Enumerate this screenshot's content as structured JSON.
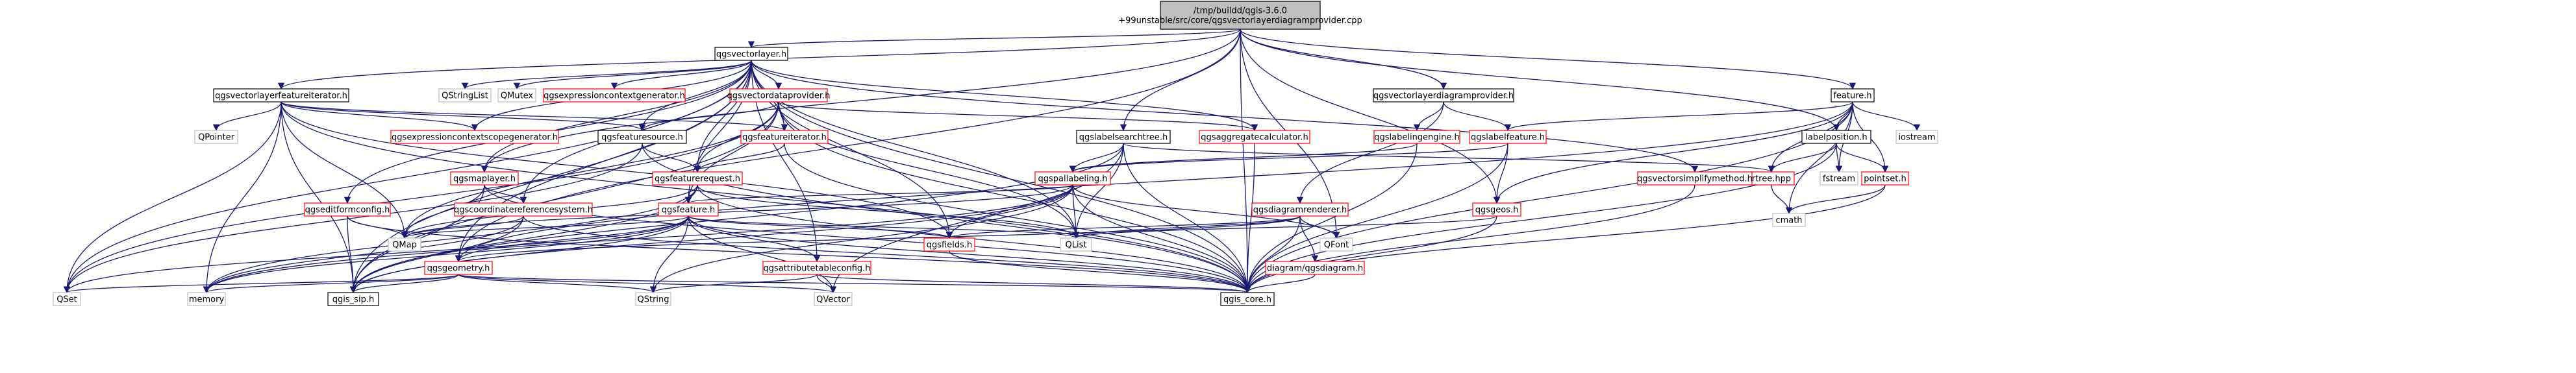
{
  "colors": {
    "background": "#ffffff",
    "edge": "#191970",
    "root_fill": "#bfbfbf",
    "node_fill": "#ffffff",
    "node_border_documented": "#000000",
    "node_border_undocumented": "#ff0000",
    "node_border_external": "#bfbfbf"
  },
  "nodes": [
    {
      "id": "root",
      "lines": [
        "/tmp/buildd/qgis-3.6.0",
        "+99unstable/src/core/qgsvectorlayerdiagramprovider.cpp"
      ],
      "kind": "root"
    },
    {
      "id": "qgsvectorlayer",
      "lines": [
        "qgsvectorlayer.h"
      ],
      "kind": "doc"
    },
    {
      "id": "qgsvectorlayerfeatureiterator",
      "lines": [
        "qgsvectorlayerfeatureiterator.h"
      ],
      "kind": "doc"
    },
    {
      "id": "qgsvectordataprovider",
      "lines": [
        "qgsvectordataprovider.h"
      ],
      "kind": "red"
    },
    {
      "id": "qgsvectorlayerdiagramprovider",
      "lines": [
        "qgsvectorlayerdiagramprovider.h"
      ],
      "kind": "doc"
    },
    {
      "id": "feature",
      "lines": [
        "feature.h"
      ],
      "kind": "doc"
    },
    {
      "id": "qstringlist",
      "lines": [
        "QStringList"
      ],
      "kind": "ext"
    },
    {
      "id": "qmutex",
      "lines": [
        "QMutex"
      ],
      "kind": "ext"
    },
    {
      "id": "qgsexpressioncontextgenerator",
      "lines": [
        "qgsexpressioncontextgenerator.h"
      ],
      "kind": "red"
    },
    {
      "id": "qpointer",
      "lines": [
        "QPointer"
      ],
      "kind": "ext"
    },
    {
      "id": "qgsexpressioncontextscopegenerator",
      "lines": [
        "qgsexpressioncontextscopegenerator.h"
      ],
      "kind": "red"
    },
    {
      "id": "qgsfeaturesource",
      "lines": [
        "qgsfeaturesource.h"
      ],
      "kind": "doc"
    },
    {
      "id": "qgsfeatureiterator",
      "lines": [
        "qgsfeatureiterator.h"
      ],
      "kind": "red"
    },
    {
      "id": "qgsaggregatecalculator",
      "lines": [
        "qgsaggregatecalculator.h"
      ],
      "kind": "red"
    },
    {
      "id": "qgslabelsearchtree",
      "lines": [
        "qgslabelsearchtree.h"
      ],
      "kind": "doc"
    },
    {
      "id": "qgslabelingengine",
      "lines": [
        "qgslabelingengine.h"
      ],
      "kind": "red"
    },
    {
      "id": "qgslabelfeature",
      "lines": [
        "qgslabelfeature.h"
      ],
      "kind": "red"
    },
    {
      "id": "labelposition",
      "lines": [
        "labelposition.h"
      ],
      "kind": "doc"
    },
    {
      "id": "iostream",
      "lines": [
        "iostream"
      ],
      "kind": "ext"
    },
    {
      "id": "qgsmaplayer",
      "lines": [
        "qgsmaplayer.h"
      ],
      "kind": "red"
    },
    {
      "id": "qgsfeaturerequest",
      "lines": [
        "qgsfeaturerequest.h"
      ],
      "kind": "red"
    },
    {
      "id": "qgspallabeling",
      "lines": [
        "qgspallabeling.h"
      ],
      "kind": "red"
    },
    {
      "id": "rtree",
      "lines": [
        "rtree.hpp"
      ],
      "kind": "red"
    },
    {
      "id": "qgsvectorsimplifymethod",
      "lines": [
        "qgsvectorsimplifymethod.h"
      ],
      "kind": "red"
    },
    {
      "id": "fstream",
      "lines": [
        "fstream"
      ],
      "kind": "ext"
    },
    {
      "id": "pointset",
      "lines": [
        "pointset.h"
      ],
      "kind": "red"
    },
    {
      "id": "qgseditformconfig",
      "lines": [
        "qgseditformconfig.h"
      ],
      "kind": "red"
    },
    {
      "id": "qgscoordinatereferencesystem",
      "lines": [
        "qgscoordinatereferencesystem.h"
      ],
      "kind": "red"
    },
    {
      "id": "qgsfeature",
      "lines": [
        "qgsfeature.h"
      ],
      "kind": "red"
    },
    {
      "id": "qgsdiagramrenderer",
      "lines": [
        "qgsdiagramrenderer.h"
      ],
      "kind": "red"
    },
    {
      "id": "qgsgeos",
      "lines": [
        "qgsgeos.h"
      ],
      "kind": "red"
    },
    {
      "id": "cmath",
      "lines": [
        "cmath"
      ],
      "kind": "ext"
    },
    {
      "id": "qmap",
      "lines": [
        "QMap"
      ],
      "kind": "ext"
    },
    {
      "id": "qlist",
      "lines": [
        "QList"
      ],
      "kind": "ext"
    },
    {
      "id": "qgsfields",
      "lines": [
        "qgsfields.h"
      ],
      "kind": "red"
    },
    {
      "id": "qfont",
      "lines": [
        "QFont"
      ],
      "kind": "ext"
    },
    {
      "id": "qgsgeometry",
      "lines": [
        "qgsgeometry.h"
      ],
      "kind": "red"
    },
    {
      "id": "qgsattributetableconfig",
      "lines": [
        "qgsattributetableconfig.h"
      ],
      "kind": "red"
    },
    {
      "id": "diagram_qgsdiagram",
      "lines": [
        "diagram/qgsdiagram.h"
      ],
      "kind": "red"
    },
    {
      "id": "qset",
      "lines": [
        "QSet"
      ],
      "kind": "ext"
    },
    {
      "id": "memory",
      "lines": [
        "memory"
      ],
      "kind": "ext"
    },
    {
      "id": "qgis_sip",
      "lines": [
        "qgis_sip.h"
      ],
      "kind": "doc"
    },
    {
      "id": "qstring",
      "lines": [
        "QString"
      ],
      "kind": "ext"
    },
    {
      "id": "qvector",
      "lines": [
        "QVector"
      ],
      "kind": "ext"
    },
    {
      "id": "qgis_core",
      "lines": [
        "qgis_core.h"
      ],
      "kind": "doc"
    }
  ],
  "edges": [
    [
      "root",
      "qgsvectorlayer"
    ],
    [
      "root",
      "qgsvectorlayerfeatureiterator"
    ],
    [
      "root",
      "qgsvectorlayerdiagramprovider"
    ],
    [
      "root",
      "qgsmaplayer"
    ],
    [
      "root",
      "qgslabelsearchtree"
    ],
    [
      "root",
      "feature"
    ],
    [
      "root",
      "labelposition"
    ],
    [
      "root",
      "qgsgeometry"
    ],
    [
      "root",
      "qgsgeos"
    ],
    [
      "root",
      "qgis_core"
    ],
    [
      "root",
      "qfont"
    ],
    [
      "qgsvectorlayer",
      "qstringlist"
    ],
    [
      "qgsvectorlayer",
      "qmutex"
    ],
    [
      "qgsvectorlayer",
      "qgsexpressioncontextgenerator"
    ],
    [
      "qgsvectorlayer",
      "qgsvectordataprovider"
    ],
    [
      "qgsvectorlayer",
      "qgsexpressioncontextscopegenerator"
    ],
    [
      "qgsvectorlayer",
      "qgsfeaturesource"
    ],
    [
      "qgsvectorlayer",
      "qgsfeatureiterator"
    ],
    [
      "qgsvectorlayer",
      "qgsaggregatecalculator"
    ],
    [
      "qgsvectorlayer",
      "qgsmaplayer"
    ],
    [
      "qgsvectorlayer",
      "qgsfeaturerequest"
    ],
    [
      "qgsvectorlayer",
      "qgseditformconfig"
    ],
    [
      "qgsvectorlayer",
      "qgscoordinatereferencesystem"
    ],
    [
      "qgsvectorlayer",
      "qgsfeature"
    ],
    [
      "qgsvectorlayer",
      "qgsfields"
    ],
    [
      "qgsvectorlayer",
      "qgsgeometry"
    ],
    [
      "qgsvectorlayer",
      "qgsattributetableconfig"
    ],
    [
      "qgsvectorlayer",
      "qgsvectorsimplifymethod"
    ],
    [
      "qgsvectorlayer",
      "qset"
    ],
    [
      "qgsvectorlayer",
      "qlist"
    ],
    [
      "qgsvectorlayer",
      "qgis_sip"
    ],
    [
      "qgsvectorlayer",
      "qgis_core"
    ],
    [
      "qgsvectorlayerfeatureiterator",
      "qpointer"
    ],
    [
      "qgsvectorlayerfeatureiterator",
      "qgsfeatureiterator"
    ],
    [
      "qgsvectorlayerfeatureiterator",
      "qgsfeaturesource"
    ],
    [
      "qgsvectorlayerfeatureiterator",
      "qgsexpressioncontextscopegenerator"
    ],
    [
      "qgsvectorlayerfeatureiterator",
      "qset"
    ],
    [
      "qgsvectorlayerfeatureiterator",
      "memory"
    ],
    [
      "qgsvectorlayerfeatureiterator",
      "qgis_sip"
    ],
    [
      "qgsvectorlayerfeatureiterator",
      "qgsfields"
    ],
    [
      "qgsvectorlayerfeatureiterator",
      "qmap"
    ],
    [
      "qgsvectorlayerfeatureiterator",
      "qgis_core"
    ],
    [
      "qgsvectordataprovider",
      "qgsfeaturesource"
    ],
    [
      "qgsvectordataprovider",
      "qgsfeatureiterator"
    ],
    [
      "qgsvectordataprovider",
      "qgsaggregatecalculator"
    ],
    [
      "qgsvectordataprovider",
      "qgsfeaturerequest"
    ],
    [
      "qgsvectordataprovider",
      "qgsfeature"
    ],
    [
      "qgsvectordataprovider",
      "qmap"
    ],
    [
      "qgsvectordataprovider",
      "qlist"
    ],
    [
      "qgsvectordataprovider",
      "qset"
    ],
    [
      "qgsvectordataprovider",
      "qgis_sip"
    ],
    [
      "qgsvectordataprovider",
      "qgis_core"
    ],
    [
      "qgsvectorlayerdiagramprovider",
      "qgslabelingengine"
    ],
    [
      "qgsvectorlayerdiagramprovider",
      "qgslabelfeature"
    ],
    [
      "qgsvectorlayerdiagramprovider",
      "qgsdiagramrenderer"
    ],
    [
      "feature",
      "iostream"
    ],
    [
      "feature",
      "fstream"
    ],
    [
      "feature",
      "cmath"
    ],
    [
      "feature",
      "qgsgeometry"
    ],
    [
      "feature",
      "qgsgeos"
    ],
    [
      "feature",
      "rtree"
    ],
    [
      "feature",
      "pointset"
    ],
    [
      "feature",
      "labelposition"
    ],
    [
      "feature",
      "qgslabelfeature"
    ],
    [
      "feature",
      "qgis_core"
    ],
    [
      "qgsfeaturesource",
      "qgsfeaturerequest"
    ],
    [
      "qgsfeaturesource",
      "qset"
    ],
    [
      "qgsfeaturesource",
      "qgis_core"
    ],
    [
      "qgsfeatureiterator",
      "qgsfeaturerequest"
    ],
    [
      "qgsfeatureiterator",
      "qgis_core"
    ],
    [
      "qgsaggregatecalculator",
      "qgis_core"
    ],
    [
      "qgslabelsearchtree",
      "qgspallabeling"
    ],
    [
      "qgslabelsearchtree",
      "qlist"
    ],
    [
      "qgslabelsearchtree",
      "qvector"
    ],
    [
      "qgslabelsearchtree",
      "rtree"
    ],
    [
      "qgslabelsearchtree",
      "qgis_sip"
    ],
    [
      "qgslabelsearchtree",
      "qgis_core"
    ],
    [
      "qgslabelingengine",
      "qgspallabeling"
    ],
    [
      "qgslabelingengine",
      "qgis_core"
    ],
    [
      "qgslabelfeature",
      "qgsgeos"
    ],
    [
      "qgslabelfeature",
      "qgspallabeling"
    ],
    [
      "qgslabelfeature",
      "qgis_core"
    ],
    [
      "labelposition",
      "rtree"
    ],
    [
      "labelposition",
      "fstream"
    ],
    [
      "labelposition",
      "pointset"
    ],
    [
      "labelposition",
      "qgis_core"
    ],
    [
      "qgsmaplayer",
      "qgscoordinatereferencesystem"
    ],
    [
      "qgsmaplayer",
      "qgis_sip"
    ],
    [
      "qgsmaplayer",
      "qgis_core"
    ],
    [
      "qgsmaplayer",
      "qmap"
    ],
    [
      "qgsfeaturerequest",
      "qgsfeature"
    ],
    [
      "qgsfeaturerequest",
      "qgis_sip"
    ],
    [
      "qgsfeaturerequest",
      "qmap"
    ],
    [
      "qgsfeaturerequest",
      "memory"
    ],
    [
      "qgsfeaturerequest",
      "qlist"
    ],
    [
      "qgsfeaturerequest",
      "qgis_core"
    ],
    [
      "qgspallabeling",
      "qgsfeature"
    ],
    [
      "qgspallabeling",
      "qgsfields"
    ],
    [
      "qgspallabeling",
      "qlist"
    ],
    [
      "qgspallabeling",
      "qmap"
    ],
    [
      "qgspallabeling",
      "qfont"
    ],
    [
      "qgspallabeling",
      "qgis_sip"
    ],
    [
      "qgspallabeling",
      "qgis_core"
    ],
    [
      "qgspallabeling",
      "memory"
    ],
    [
      "qgspallabeling",
      "qstring"
    ],
    [
      "rtree",
      "cmath"
    ],
    [
      "qgsvectorsimplifymethod",
      "qgis_core"
    ],
    [
      "pointset",
      "cmath"
    ],
    [
      "pointset",
      "qgis_core"
    ],
    [
      "qgseditformconfig",
      "qmap"
    ],
    [
      "qgseditformconfig",
      "qgis_sip"
    ],
    [
      "qgseditformconfig",
      "qgis_core"
    ],
    [
      "qgscoordinatereferencesystem",
      "qmap"
    ],
    [
      "qgscoordinatereferencesystem",
      "memory"
    ],
    [
      "qgscoordinatereferencesystem",
      "qgis_sip"
    ],
    [
      "qgscoordinatereferencesystem",
      "qgis_core"
    ],
    [
      "qgsfeature",
      "qmap"
    ],
    [
      "qgsfeature",
      "qstring"
    ],
    [
      "qgsfeature",
      "qvector"
    ],
    [
      "qgsfeature",
      "qlist"
    ],
    [
      "qgsfeature",
      "qset"
    ],
    [
      "qgsfeature",
      "memory"
    ],
    [
      "qgsfeature",
      "qgsfields"
    ],
    [
      "qgsfeature",
      "qgsgeometry"
    ],
    [
      "qgsfeature",
      "qgsattributetableconfig"
    ],
    [
      "qgsfeature",
      "qgis_sip"
    ],
    [
      "qgsfeature",
      "qgis_core"
    ],
    [
      "qgsdiagramrenderer",
      "qfont"
    ],
    [
      "qgsdiagramrenderer",
      "qgsgeometry"
    ],
    [
      "qgsdiagramrenderer",
      "qgsfields"
    ],
    [
      "qgsdiagramrenderer",
      "diagram_qgsdiagram"
    ],
    [
      "qgsdiagramrenderer",
      "qlist"
    ],
    [
      "qgsdiagramrenderer",
      "qgis_core"
    ],
    [
      "qgsgeos",
      "qgis_core"
    ],
    [
      "qgsgeos",
      "qlist"
    ],
    [
      "qgsfields",
      "qgis_core"
    ],
    [
      "qgsgeometry",
      "qset"
    ],
    [
      "qgsgeometry",
      "memory"
    ],
    [
      "qgsgeometry",
      "qstring"
    ],
    [
      "qgsgeometry",
      "qvector"
    ],
    [
      "qgsgeometry",
      "qgis_sip"
    ],
    [
      "qgsgeometry",
      "qgis_core"
    ],
    [
      "qgsattributetableconfig",
      "qstring"
    ],
    [
      "qgsattributetableconfig",
      "qvector"
    ],
    [
      "qgsattributetableconfig",
      "qgis_core"
    ],
    [
      "diagram_qgsdiagram",
      "qgis_core"
    ]
  ]
}
